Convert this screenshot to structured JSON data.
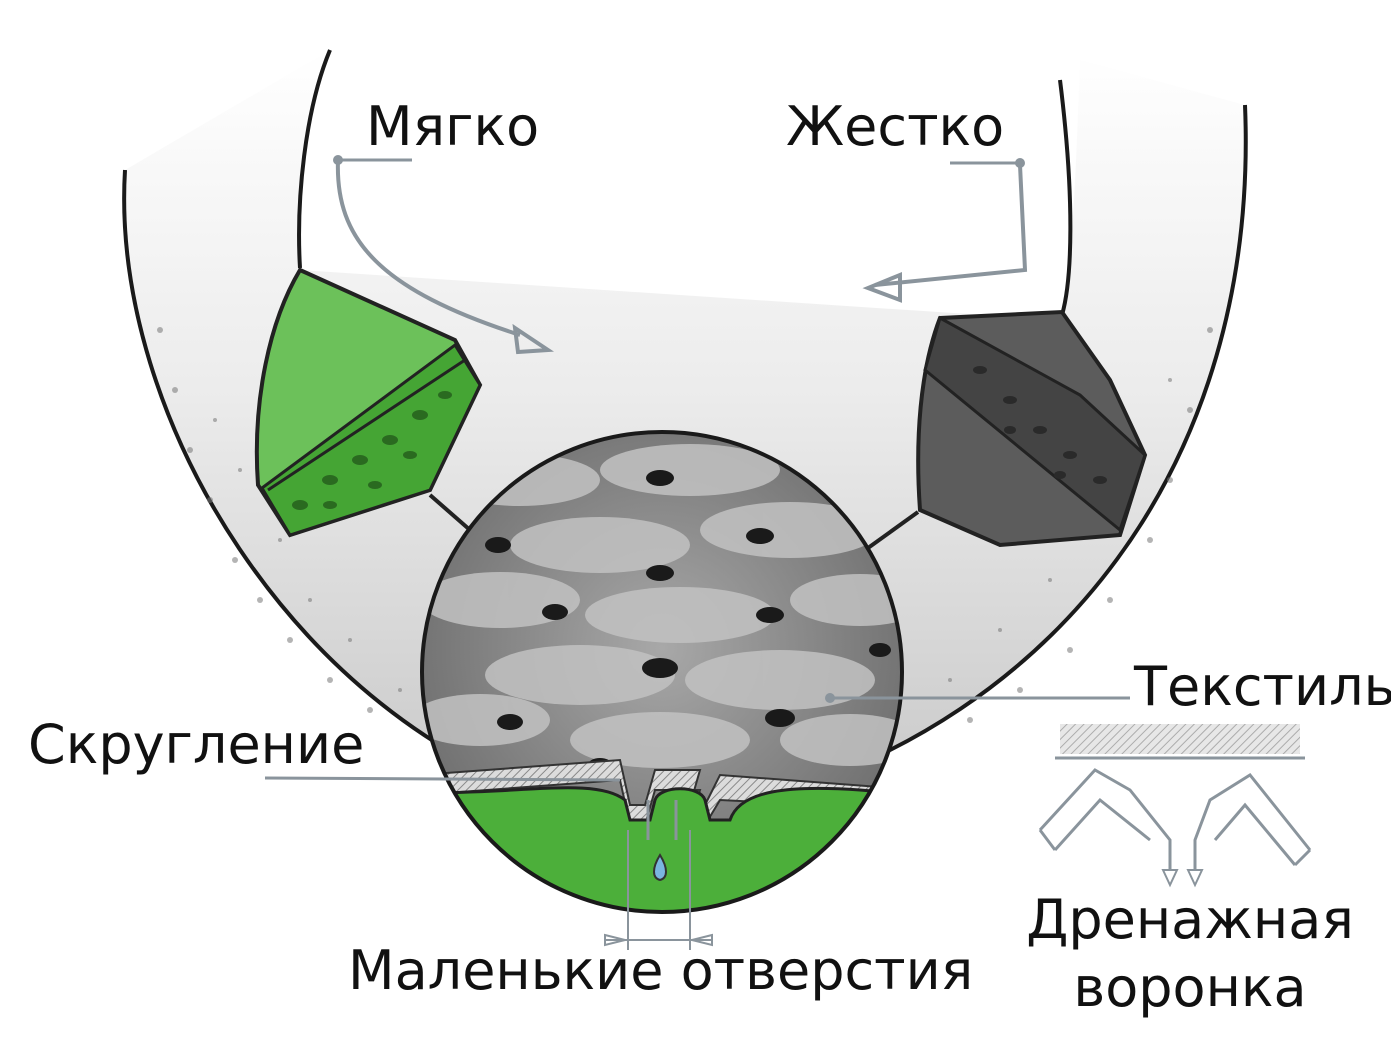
{
  "labels": {
    "soft": "Мягко",
    "hard": "Жестко",
    "textile": "Текстиль",
    "rounding": "Скругление",
    "small_holes": "Маленькие отверстия",
    "drain_line1": "Дренажная",
    "drain_line2": "воронка"
  },
  "colors": {
    "green": "#4caf3a",
    "green_light": "#6cc15a",
    "dark_gray": "#555555",
    "outline": "#222222",
    "leader": "#8a949c"
  }
}
